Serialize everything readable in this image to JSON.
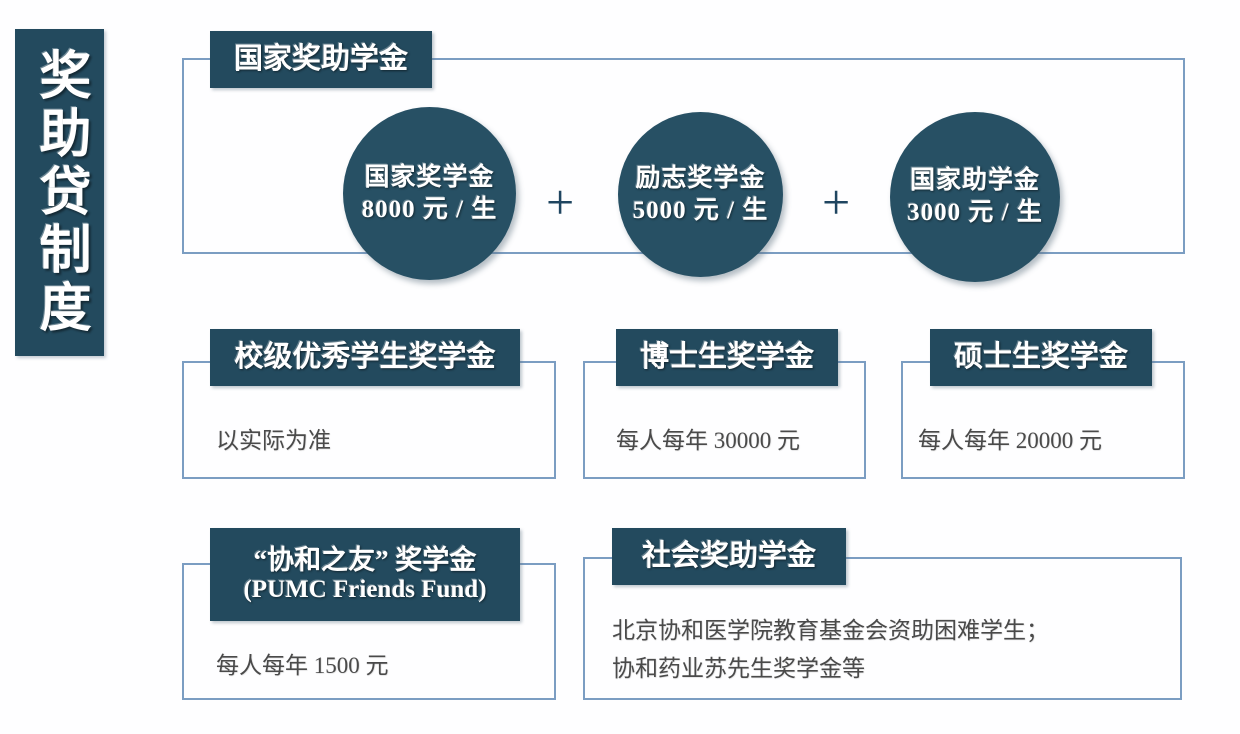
{
  "sidebar": {
    "title": "奖助贷制度"
  },
  "colors": {
    "dark_teal": "#234a5e",
    "circle_fill": "#275064",
    "panel_border": "#7b9dc2",
    "body_text": "#4a4a4a",
    "plus_sign": "#1f4560",
    "background": "#ffffff"
  },
  "sections": {
    "national": {
      "badge": "国家奖助学金",
      "operator": "+",
      "circles": [
        {
          "name": "国家奖学金",
          "amount": "8000 元 / 生"
        },
        {
          "name": "励志奖学金",
          "amount": "5000 元 / 生"
        },
        {
          "name": "国家助学金",
          "amount": "3000 元 / 生"
        }
      ]
    },
    "school_excellent": {
      "badge": "校级优秀学生奖学金",
      "body": "以实际为准"
    },
    "doctoral": {
      "badge": "博士生奖学金",
      "body": "每人每年 30000 元"
    },
    "masters": {
      "badge": "硕士生奖学金",
      "body": "每人每年 20000 元"
    },
    "pumc_friends": {
      "badge_line1": "“协和之友” 奖学金",
      "badge_line2": "(PUMC Friends Fund)",
      "body": "每人每年 1500 元"
    },
    "social": {
      "badge": "社会奖助学金",
      "body_line1": "北京协和医学院教育基金会资助困难学生；",
      "body_line2": "协和药业苏先生奖学金等"
    }
  }
}
